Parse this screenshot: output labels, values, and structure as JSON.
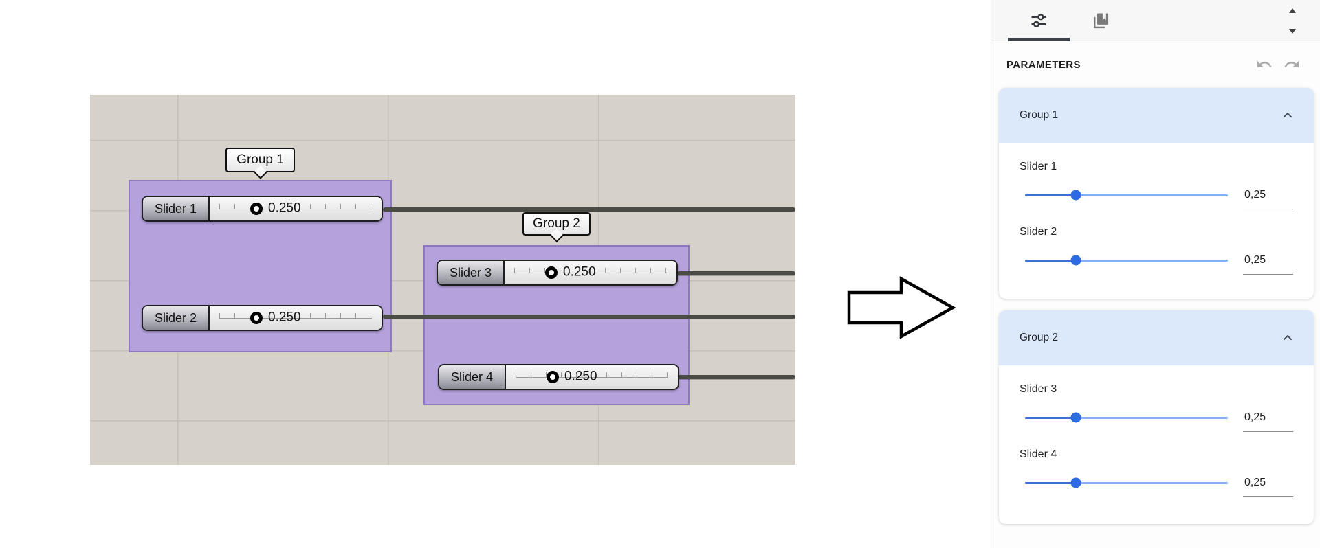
{
  "canvas": {
    "groups": [
      {
        "label": "Group 1",
        "sliders": [
          {
            "name": "Slider 1",
            "value": "0.250",
            "percent": 27
          },
          {
            "name": "Slider 2",
            "value": "0.250",
            "percent": 27
          }
        ]
      },
      {
        "label": "Group 2",
        "sliders": [
          {
            "name": "Slider 3",
            "value": "0.250",
            "percent": 27
          },
          {
            "name": "Slider 4",
            "value": "0.250",
            "percent": 27
          }
        ]
      }
    ]
  },
  "arrow": {
    "icon": "block-arrow-right-icon"
  },
  "panel": {
    "title": "PARAMETERS",
    "tabs": [
      {
        "icon": "sliders-tab-icon",
        "active": true
      },
      {
        "icon": "library-tab-icon",
        "active": false
      }
    ],
    "actions": {
      "undo_icon": "undo-icon",
      "redo_icon": "redo-icon"
    },
    "scroll": {
      "up_icon": "scroll-up-icon",
      "down_icon": "scroll-down-icon"
    },
    "groups": [
      {
        "label": "Group 1",
        "collapse_icon": "chevron-up-icon",
        "sliders": [
          {
            "name": "Slider 1",
            "value": "0,25",
            "percent": 25
          },
          {
            "name": "Slider 2",
            "value": "0,25",
            "percent": 25
          }
        ]
      },
      {
        "label": "Group 2",
        "collapse_icon": "chevron-up-icon",
        "sliders": [
          {
            "name": "Slider 3",
            "value": "0,25",
            "percent": 25
          },
          {
            "name": "Slider 4",
            "value": "0,25",
            "percent": 25
          }
        ]
      }
    ]
  },
  "colors": {
    "panel_accent_blue": "#2e6be0",
    "track_active": "#3d6fd3",
    "track_inactive": "#85aff5",
    "group_header_blue": "#dbe9fb",
    "canvas_background": "#d6d1c9",
    "group_purple": "#b5a2dd",
    "wire_dark": "#4b4b45"
  }
}
